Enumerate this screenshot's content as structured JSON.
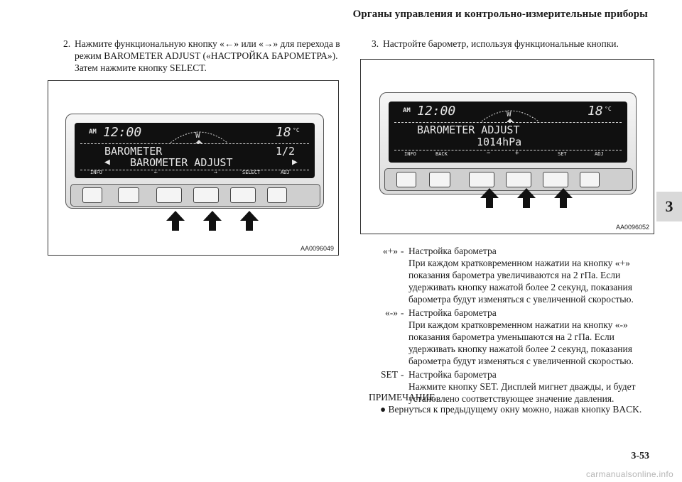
{
  "header": "Органы управления и контрольно-измерительные приборы",
  "side_tab": "3",
  "page_number": "3-53",
  "watermark": "carmanualsonline.info",
  "left_step": {
    "number": "2.",
    "text": "Нажмите функциональную кнопку «←» или «→» для перехода в режим BAROMETER ADJUST («НАСТРОЙКА БАРОМЕТРА»). Затем нажмите кнопку SELECT."
  },
  "right_step": {
    "number": "3.",
    "text": "Настройте барометр, используя функциональные кнопки."
  },
  "figure_left": {
    "code": "AA0096049",
    "am": "AM",
    "time": "12:00",
    "temp": "18",
    "temp_unit": "°C",
    "line1": "BAROMETER",
    "page": "1/2",
    "line2": "BAROMETER ADJUST",
    "left_arrow": "◀",
    "right_arrow": "▶",
    "labels": [
      "INFO",
      "←",
      "→",
      "SELECT",
      "ADJ"
    ]
  },
  "figure_right": {
    "code": "AA0096052",
    "am": "AM",
    "time": "12:00",
    "temp": "18",
    "temp_unit": "°C",
    "line1": "BAROMETER ADJUST",
    "line2": "1014hPa",
    "labels": [
      "INFO",
      "BACK",
      "−",
      "+",
      "SET",
      "ADJ"
    ]
  },
  "definitions": [
    {
      "key": "«+»",
      "title": "Настройка барометра",
      "body": "При каждом кратковременном нажатии на кнопку «+» показания барометра увеличиваются на 2 гПа. Если удерживать кнопку нажатой более 2 секунд, показания барометра будут изменяться с увеличенной скоростью."
    },
    {
      "key": "«-»",
      "title": "Настройка барометра",
      "body": "При каждом кратковременном нажатии на кнопку «-» показания барометра уменьшаются на 2 гПа. Если удерживать кнопку нажатой более 2 секунд, показания барометра будут изменяться с увеличенной скоростью."
    },
    {
      "key": "SET",
      "title": "Настройка барометра",
      "body": "Нажмите кнопку SET. Дисплей мигнет дважды, и будет установлено соответствующее значение давления."
    }
  ],
  "note": {
    "title": "ПРИМЕЧАНИЕ",
    "bullet": "●",
    "text": "Вернуться к предыдущему окну можно, нажав кнопку BACK."
  }
}
